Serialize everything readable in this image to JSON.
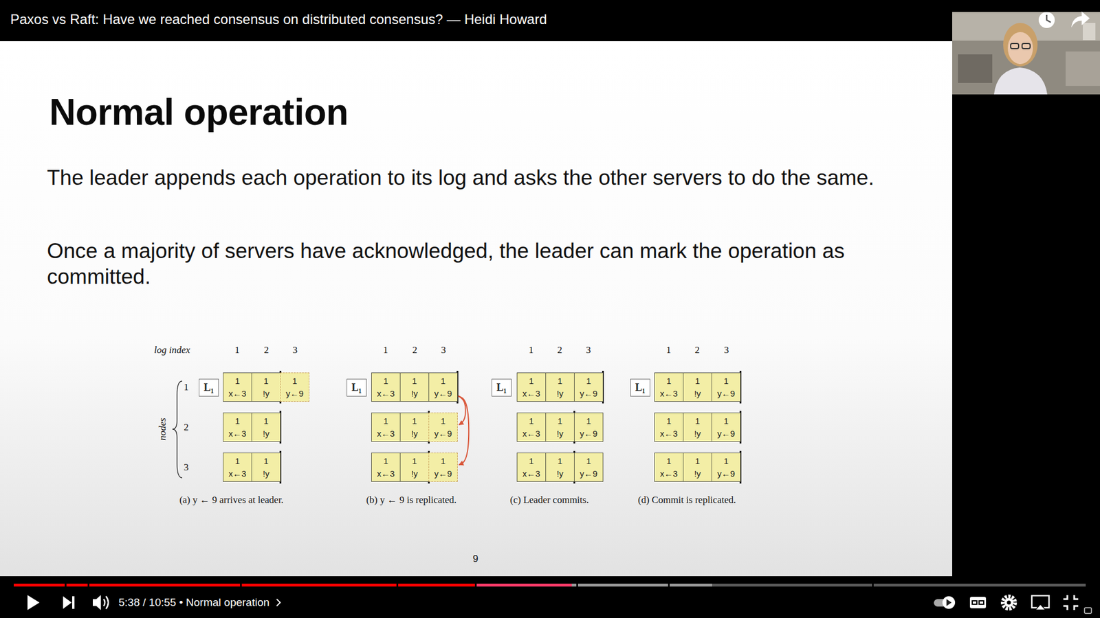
{
  "diagram": {
    "title": "Normal operation",
    "nodes": [
      {
        "text": [
          "L₁"
        ]
      },
      {
        "text": [
          "1",
          "x←3"
        ]
      },
      {
        "text": [
          "1",
          "!y"
        ]
      },
      {
        "text": [
          "1",
          "y←9"
        ]
      },
      {
        "text": [
          "1",
          "x←3"
        ]
      },
      {
        "text": [
          "1",
          "!y"
        ]
      },
      {
        "text": [
          "1",
          "x←3"
        ]
      },
      {
        "text": [
          "1",
          "!y"
        ]
      },
      {
        "text": [
          "L₁"
        ]
      },
      {
        "text": [
          "1",
          "x←3"
        ]
      },
      {
        "text": [
          "1",
          "!y"
        ]
      },
      {
        "text": [
          "1",
          "y←9"
        ]
      },
      {
        "text": [
          "1",
          "x←3"
        ]
      },
      {
        "text": [
          "1",
          "!y"
        ]
      },
      {
        "text": [
          "1",
          "y←9"
        ]
      },
      {
        "text": [
          "1",
          "x←3"
        ]
      },
      {
        "text": [
          "1",
          "!y"
        ]
      },
      {
        "text": [
          "1",
          "y←9"
        ]
      },
      {
        "text": [
          "L₁"
        ]
      },
      {
        "text": [
          "1",
          "x←3"
        ]
      },
      {
        "text": [
          "1",
          "!y"
        ]
      },
      {
        "text": [
          "1",
          "y←9"
        ]
      },
      {
        "text": [
          "1",
          "x←3"
        ]
      },
      {
        "text": [
          "1",
          "!y"
        ]
      },
      {
        "text": [
          "1",
          "y←9"
        ]
      },
      {
        "text": [
          "1",
          "x←3"
        ]
      },
      {
        "text": [
          "1",
          "!y"
        ]
      },
      {
        "text": [
          "1",
          "y←9"
        ]
      },
      {
        "text": [
          "L₁"
        ]
      },
      {
        "text": [
          "1",
          "x←3"
        ]
      },
      {
        "text": [
          "1",
          "!y"
        ]
      },
      {
        "text": [
          "1",
          "y←9"
        ]
      },
      {
        "text": [
          "1",
          "x←3"
        ]
      },
      {
        "text": [
          "1",
          "!y"
        ]
      },
      {
        "text": [
          "1",
          "y←9"
        ]
      },
      {
        "text": [
          "1",
          "x←3"
        ]
      },
      {
        "text": [
          "1",
          "!y"
        ]
      },
      {
        "text": [
          "1",
          "y←9"
        ]
      }
    ],
    "edges": [
      {
        "from": 11,
        "to": 14,
        "arrow": "to"
      },
      {
        "from": 11,
        "to": 17,
        "arrow": "to"
      }
    ],
    "labels": [
      "Paxos vs Raft: Have we reached consensus on distributed consensus? — Heidi Howard",
      "The leader appends each operation to its log and asks the other servers to do the same.",
      "Once a majority of servers have acknowledged, the leader can mark the operation as committed.",
      "log index",
      "1",
      "2",
      "3",
      "1",
      "2",
      "3",
      "1",
      "2",
      "3",
      "1",
      "2",
      "3",
      "nodes",
      "1",
      "2",
      "3",
      "(a) y ← 9 arrives at leader.",
      "(b) y ← 9 is replicated.",
      "(c) Leader commits.",
      "(d) Commit is replicated.",
      "9",
      "5:38 / 10:55 • Normal operation"
    ]
  }
}
